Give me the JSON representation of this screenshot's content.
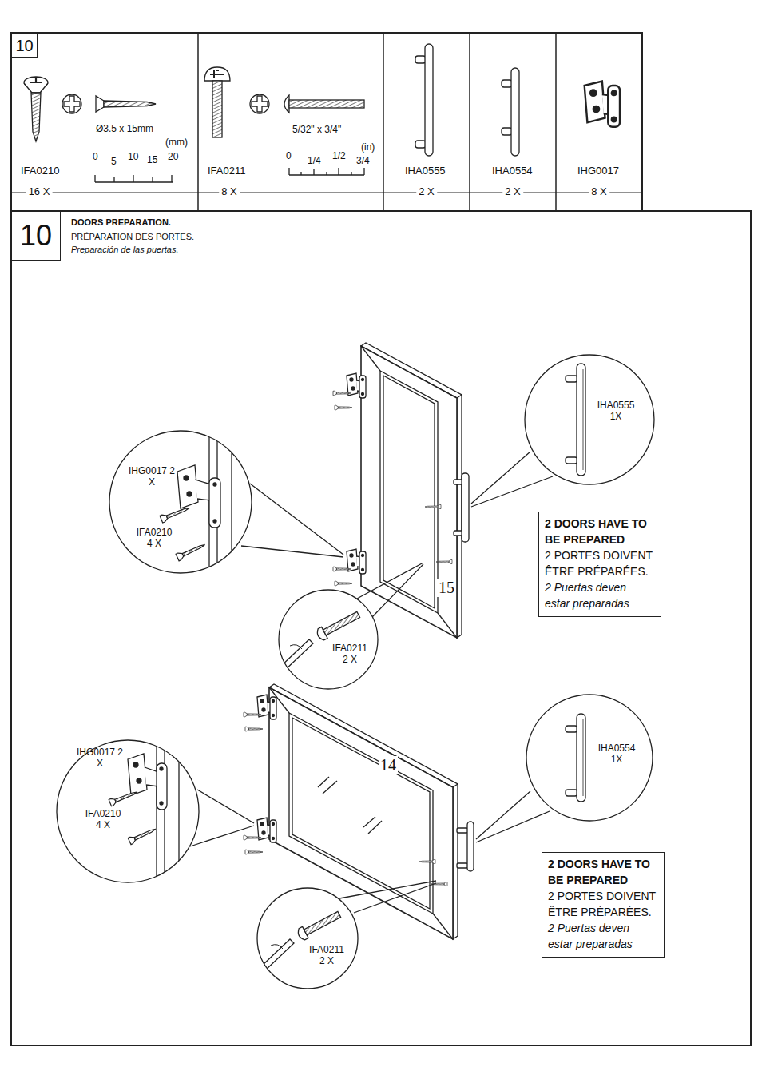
{
  "diagram": {
    "nodes": [
      {
        "text": [
          "Ø3.5 x 15mm",
          "(mm)",
          "0",
          "5",
          "10",
          "15",
          "20",
          "IFA0210",
          "16 X"
        ]
      },
      {
        "text": [
          "10"
        ],
        "in": 0
      },
      {
        "text": [
          "5/32\" x 3/4\"",
          "(in)",
          "0",
          "1/4",
          "1/2",
          "3/4",
          "IFA0211",
          "8 X"
        ]
      },
      {
        "text": [
          "IHA0555",
          "2 X"
        ]
      },
      {
        "text": [
          "IHA0554",
          "2 X"
        ]
      },
      {
        "text": [
          "IHG0017",
          "8 X"
        ]
      },
      {
        "text": [
          "DOORS PREPARATION.",
          "PRÉPARATION DES PORTES.",
          "Preparación de las puertas."
        ]
      },
      {
        "text": [
          "10"
        ],
        "in": 6
      },
      {
        "text": [
          "IHG0017 2 X",
          "IFA0210 4 X"
        ],
        "in": 6
      },
      {
        "text": [
          "IHA0555 1X"
        ],
        "in": 6
      },
      {
        "text": [
          "2 DOORS HAVE TO BE PREPARED",
          "2 PORTES DOIVENT ÊTRE PRÉPARÉES.",
          "2 Puertas deven estar preparadas"
        ],
        "in": 6
      },
      {
        "text": [
          "IFA0211 2 X"
        ],
        "in": 6
      },
      {
        "text": [
          "IHA0554 1X"
        ],
        "in": 6
      },
      {
        "text": [
          "IHG0017 2 X",
          "IFA0210 4 X"
        ],
        "in": 6
      },
      {
        "text": [
          "2 DOORS HAVE TO BE PREPARED",
          "2 PORTES DOIVENT ÊTRE PRÉPARÉES.",
          "2 Puertas deven estar preparadas"
        ],
        "in": 6
      },
      {
        "text": [
          "IFA0211 2 X"
        ],
        "in": 6
      }
    ],
    "labels": [
      "15",
      "14"
    ]
  }
}
